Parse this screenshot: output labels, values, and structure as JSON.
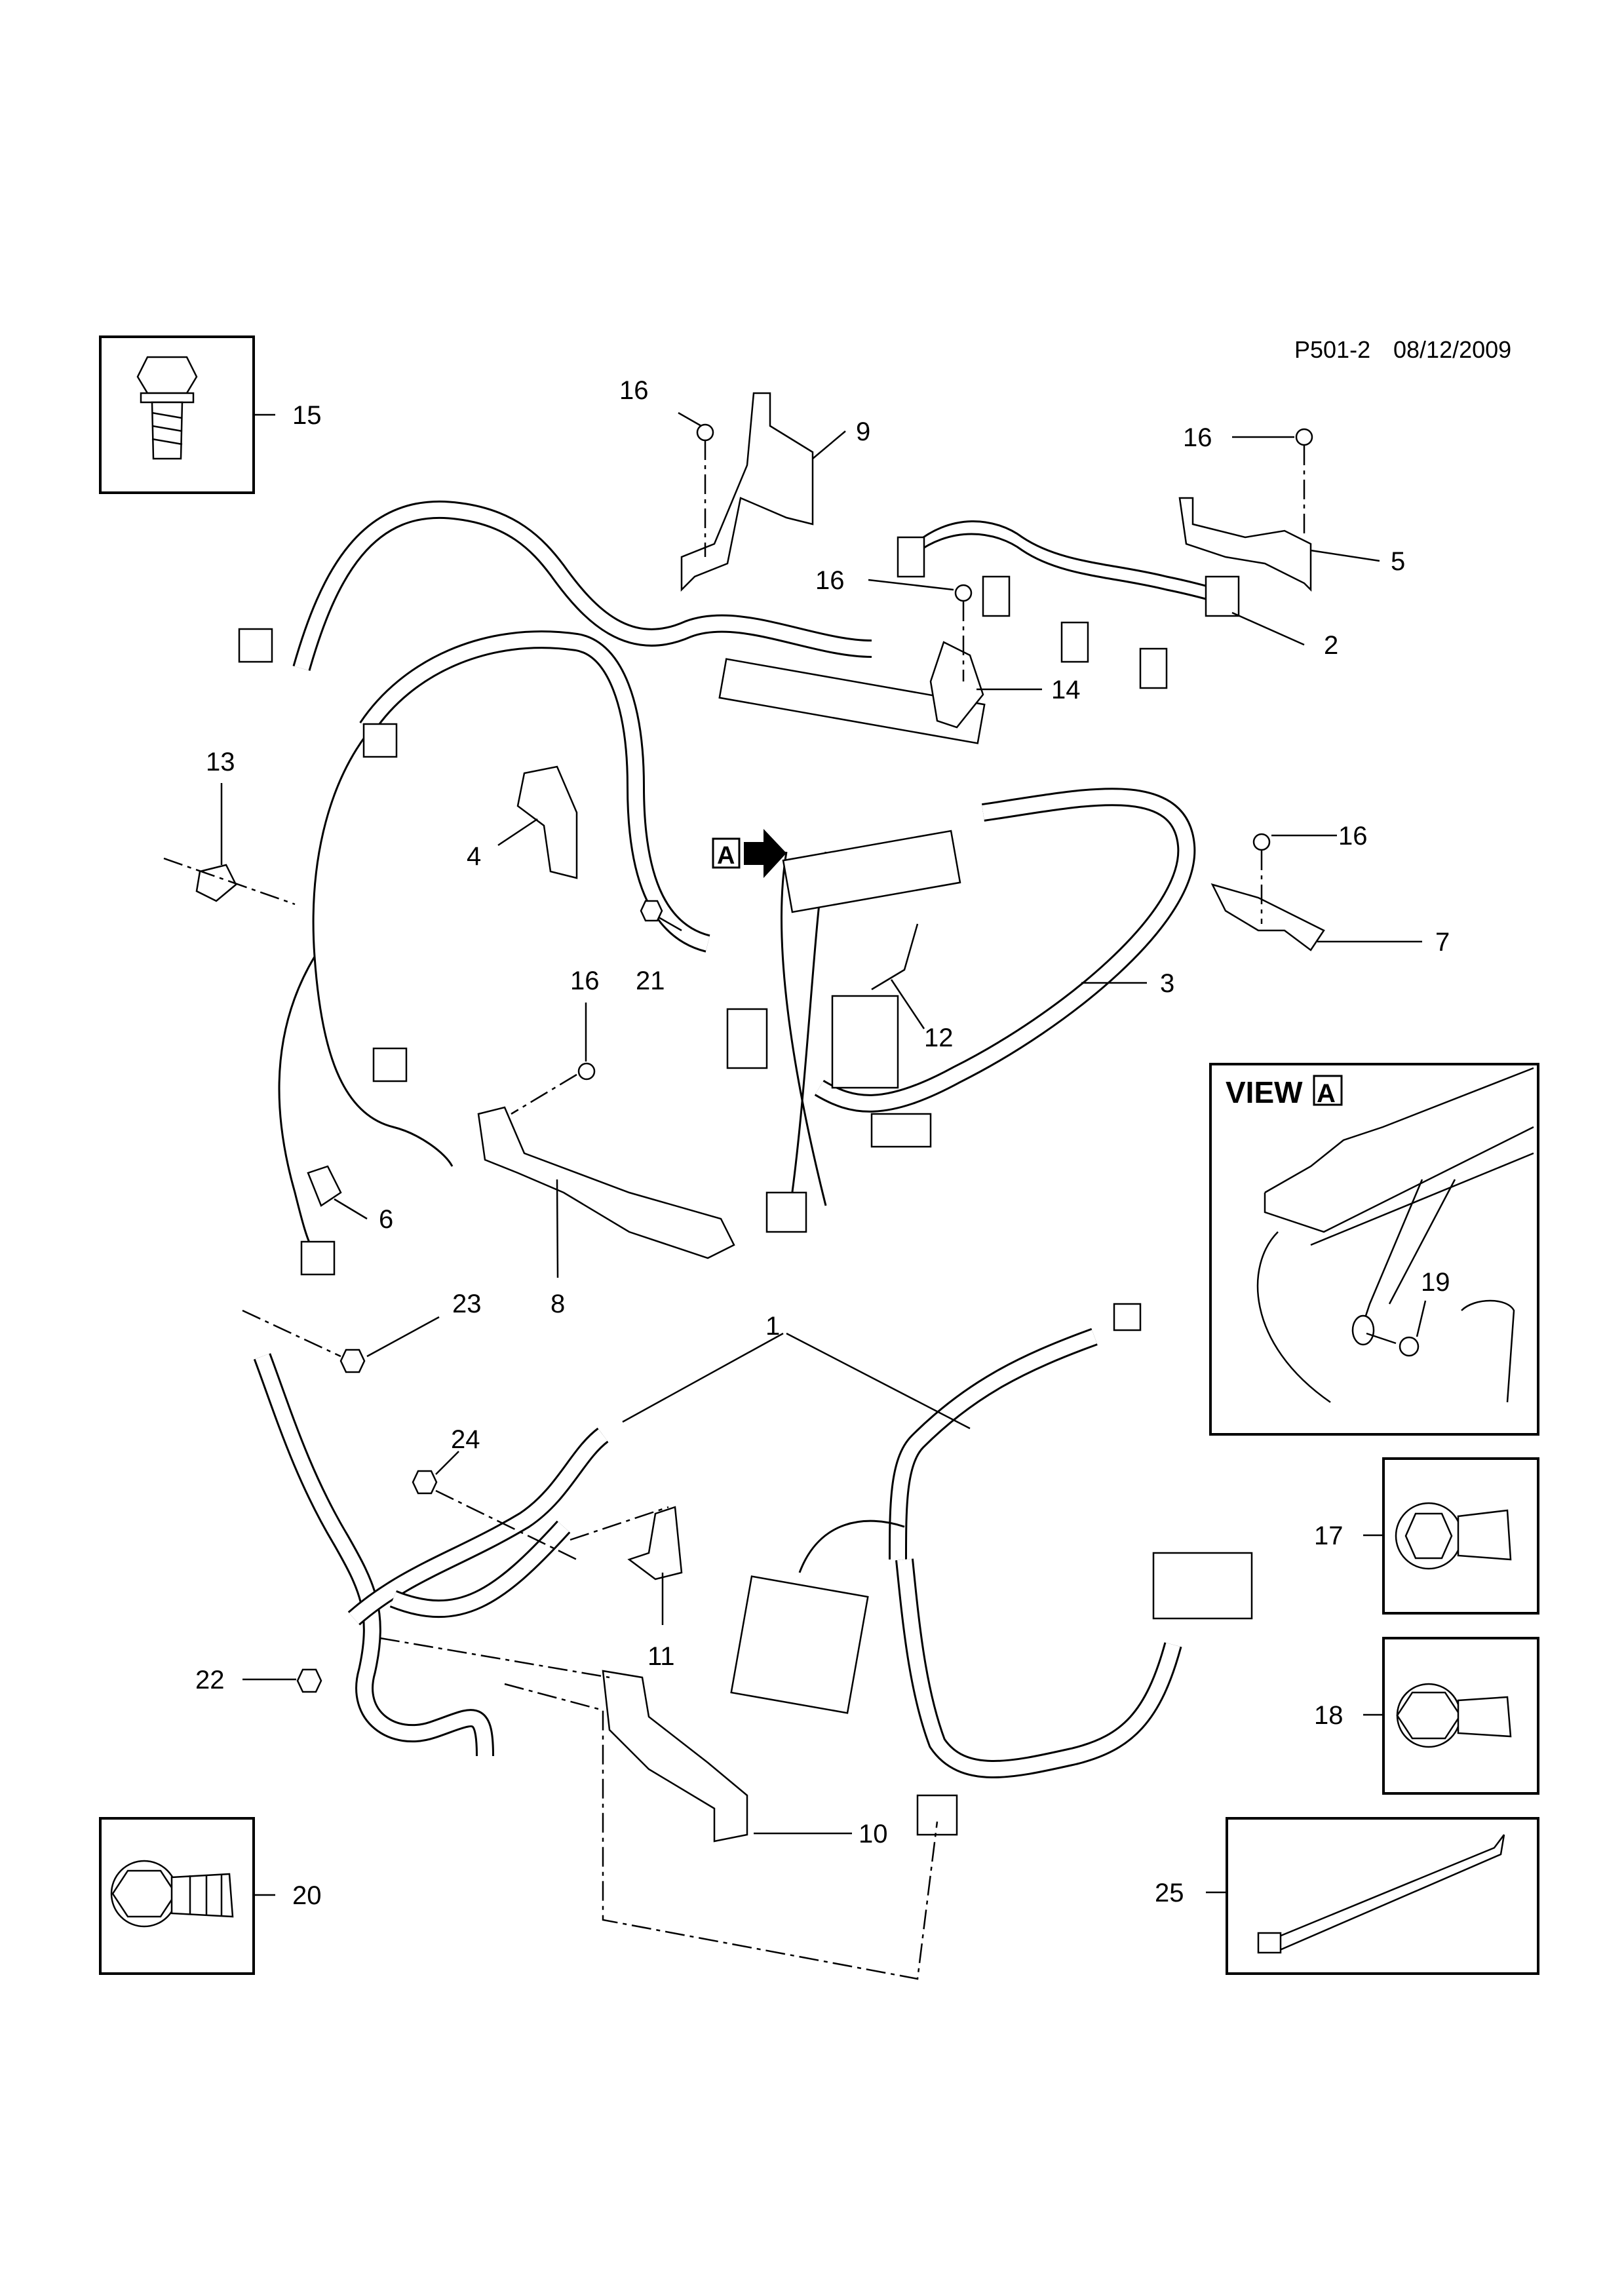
{
  "header": {
    "page_code": "P501-2",
    "date": "08/12/2009"
  },
  "view_a": {
    "title": "VIEW",
    "marker": "A",
    "callout": "19"
  },
  "arrow_marker": "A",
  "callouts": {
    "c15": "15",
    "c16a": "16",
    "c9": "9",
    "c16b": "16",
    "c5": "5",
    "c16c": "16",
    "c2": "2",
    "c14": "14",
    "c13": "13",
    "c4": "4",
    "c16d": "16",
    "c21": "21",
    "c16e": "16",
    "c7": "7",
    "c3": "3",
    "c12": "12",
    "c6": "6",
    "c8": "8",
    "c23": "23",
    "c1": "1",
    "c24": "24",
    "c17": "17",
    "c11": "11",
    "c18": "18",
    "c22": "22",
    "c10": "10",
    "c20": "20",
    "c25": "25"
  }
}
